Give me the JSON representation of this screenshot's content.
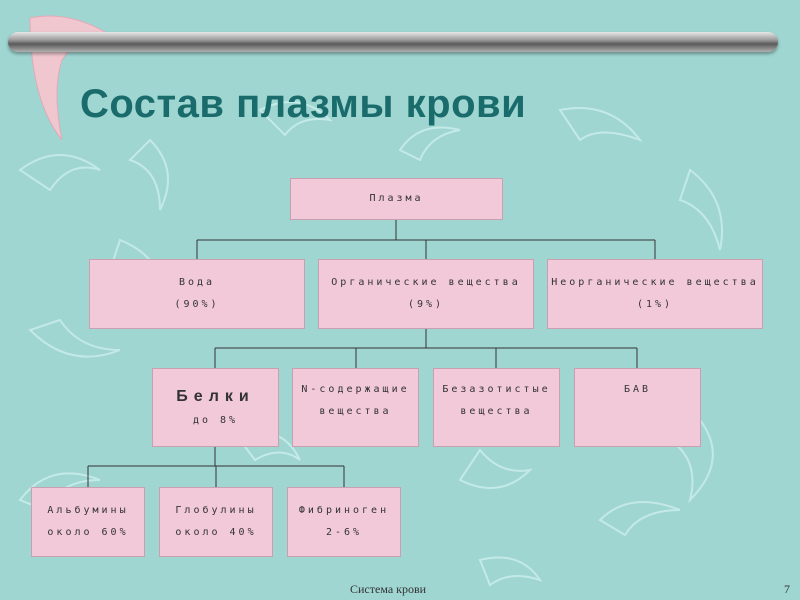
{
  "title": "Состав плазмы крови",
  "root": "Плазма",
  "level1": [
    {
      "line1": "Вода",
      "line2": "(90%)"
    },
    {
      "line1": "Органические вещества",
      "line2": "(9%)"
    },
    {
      "line1": "Неорганические вещества",
      "line2": "(1%)"
    }
  ],
  "level2": [
    {
      "line1": "Белки",
      "line2": "до 8%"
    },
    {
      "line1": "N-содержащие",
      "line2": "вещества"
    },
    {
      "line1": "Безазотистые",
      "line2": "вещества"
    },
    {
      "line1": "БАВ",
      "line2": ""
    }
  ],
  "level3": [
    {
      "line1": "Альбумины",
      "line2": "около 60%"
    },
    {
      "line1": "Глобулины",
      "line2": "около 40%"
    },
    {
      "line1": "Фибриноген",
      "line2": "2-6%"
    }
  ],
  "footer": "Система крови",
  "page_number": "7"
}
